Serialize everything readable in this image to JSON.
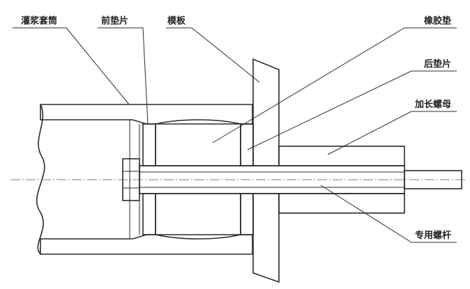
{
  "labels": {
    "sleeve": "灌浆套筒",
    "front_washer": "前垫片",
    "formwork": "模板",
    "rubber_pad": "橡胶垫",
    "rear_washer": "后垫片",
    "long_nut": "加长螺母",
    "bolt": "专用螺杆"
  }
}
